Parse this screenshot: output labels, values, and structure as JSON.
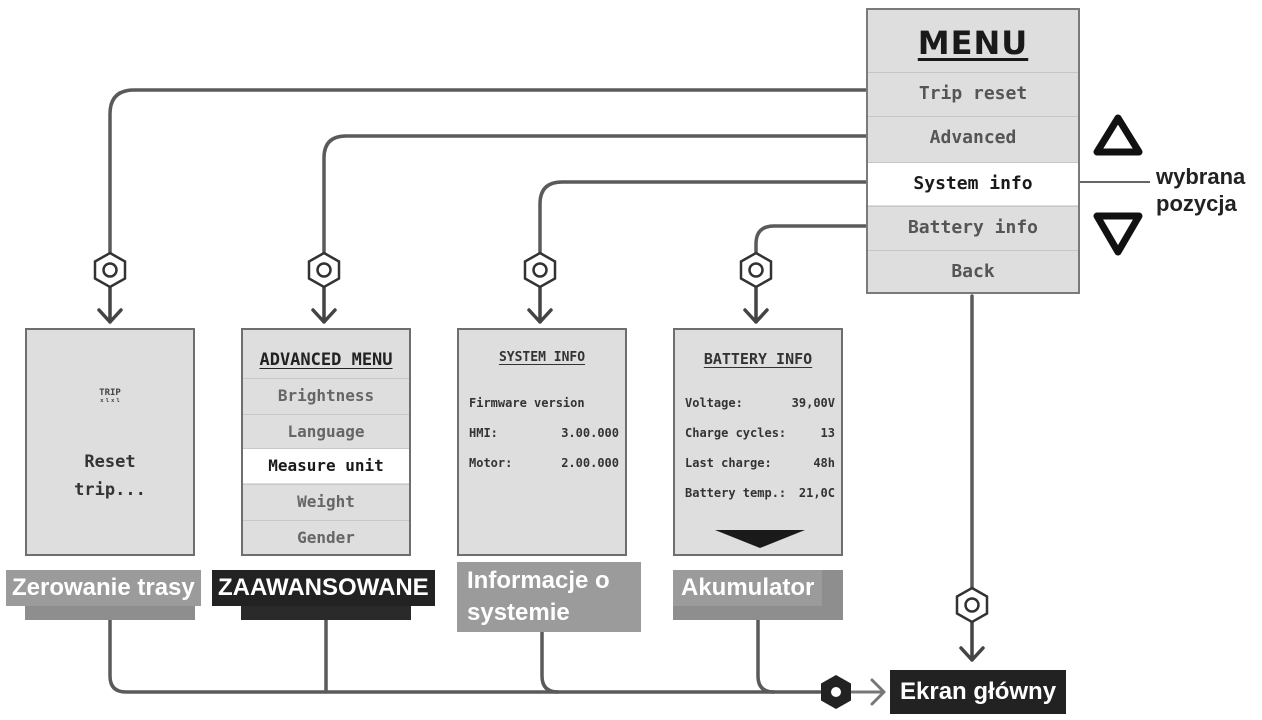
{
  "main_menu": {
    "title": "MENU",
    "items": [
      "Trip reset",
      "Advanced",
      "System info",
      "Battery info",
      "Back"
    ],
    "selected_index": 2
  },
  "selected_label": [
    "wybrana",
    "pozycja"
  ],
  "screens": {
    "trip": {
      "icon_text": [
        "TRIP",
        "ˣˡˣˡ"
      ],
      "lines": [
        "Reset",
        "trip..."
      ]
    },
    "advanced": {
      "title": "ADVANCED MENU",
      "items": [
        "Brightness",
        "Language",
        "Measure unit",
        "Weight",
        "Gender"
      ],
      "selected_index": 2
    },
    "system": {
      "title": "SYSTEM INFO",
      "firmware_label": "Firmware version",
      "rows": [
        {
          "label": "HMI:",
          "value": "3.00.000"
        },
        {
          "label": "Motor:",
          "value": "2.00.000"
        }
      ]
    },
    "battery": {
      "title": "BATTERY INFO",
      "rows": [
        {
          "label": "Voltage:",
          "value": "39,00V"
        },
        {
          "label": "Charge cycles:",
          "value": "13"
        },
        {
          "label": "Last charge:",
          "value": "48h"
        },
        {
          "label": "Battery temp.:",
          "value": "21,0C"
        }
      ]
    }
  },
  "captions": {
    "trip": "Zerowanie trasy",
    "advanced": "ZAAWANSOWANE",
    "system": [
      "Informacje o",
      "systemie"
    ],
    "battery": "Akumulator",
    "main_screen": "Ekran główny"
  },
  "colors": {
    "screen_bg": "#dedede",
    "caption_gray": "#9b9b9b",
    "caption_dark": "#222222",
    "line": "#6e6e6e"
  }
}
